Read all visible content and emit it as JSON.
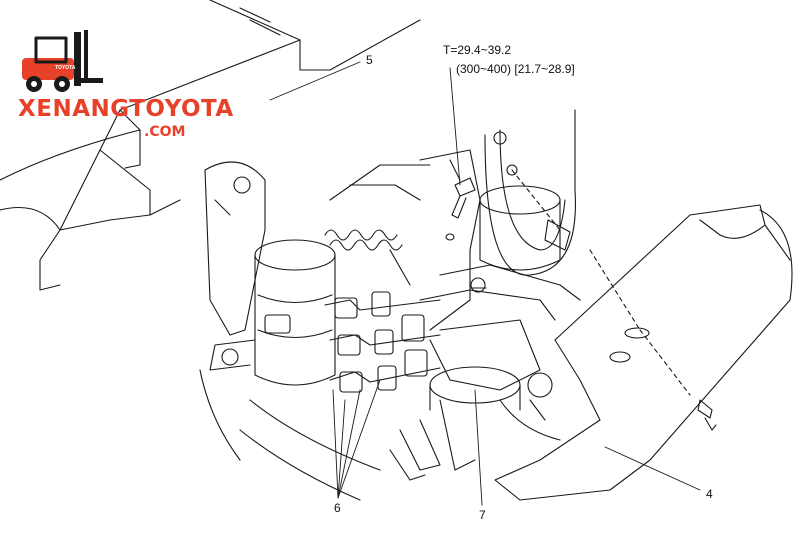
{
  "logo": {
    "name": "XENANGTOYOTA",
    "domain": ".COM",
    "badge": "TOYOTA",
    "accent": "#e8412a"
  },
  "torque": {
    "line1": "T=29.4~39.2",
    "line2": "(300~400) [21.7~28.9]"
  },
  "callouts": {
    "c4": "4",
    "c5": "5",
    "c6": "6",
    "c7": "7"
  },
  "colors": {
    "line": "#1a1a1a",
    "background": "#ffffff"
  }
}
